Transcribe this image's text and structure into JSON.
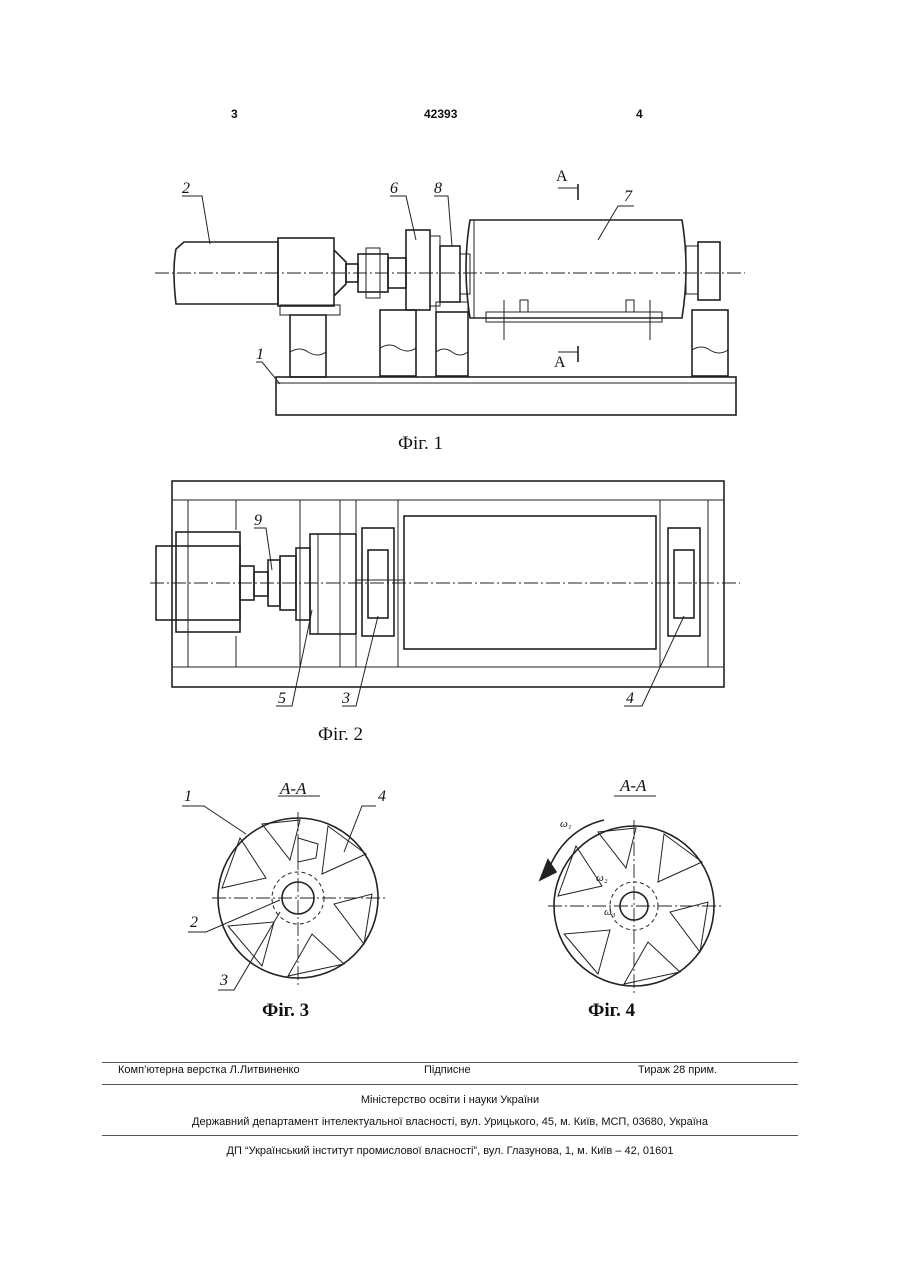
{
  "header": {
    "left_page": "3",
    "patent_number": "42393",
    "right_page": "4"
  },
  "figures": {
    "fig1": {
      "caption": "Фіг. 1",
      "labels": [
        "1",
        "2",
        "6",
        "7",
        "8"
      ],
      "section_mark": "А"
    },
    "fig2": {
      "caption": "Фіг. 2",
      "labels": [
        "3",
        "4",
        "5",
        "9"
      ]
    },
    "fig3": {
      "caption": "Фіг. 3",
      "section_title": "А-А",
      "labels": [
        "1",
        "2",
        "3",
        "4"
      ]
    },
    "fig4": {
      "caption": "Фіг. 4",
      "section_title": "А-А",
      "omega_outer": "ω₁",
      "omega_mid": "ω₂",
      "omega_inner": "ω₃"
    }
  },
  "footer": {
    "layout_credit": "Комп’ютерна верстка Л.Литвиненко",
    "signed": "Підписне",
    "circulation": "Тираж 28 прим.",
    "ministry": "Міністерство освіти і науки України",
    "department": "Державний департамент інтелектуальної власності, вул. Урицького, 45, м. Київ, МСП, 03680, Україна",
    "institute": "ДП “Український інститут промислової власності”, вул. Глазунова, 1, м. Київ – 42, 01601"
  }
}
